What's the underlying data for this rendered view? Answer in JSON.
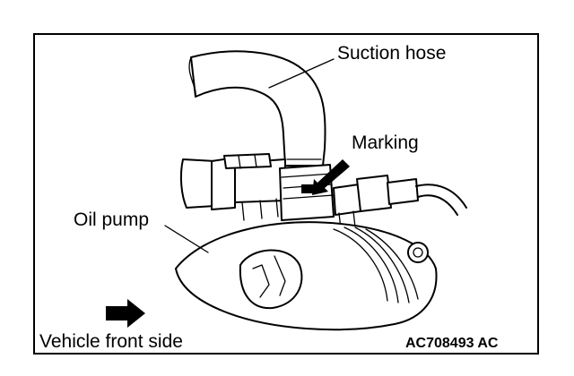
{
  "figure": {
    "labels": {
      "suction_hose": "Suction hose",
      "marking": "Marking",
      "oil_pump": "Oil pump",
      "vehicle_front_side": "Vehicle front side"
    },
    "figure_code": "AC708493 AC",
    "colors": {
      "line": "#000000",
      "background": "#ffffff"
    },
    "icons": [
      "front-direction-arrow-icon",
      "marking-pointer-arrow-icon"
    ]
  }
}
